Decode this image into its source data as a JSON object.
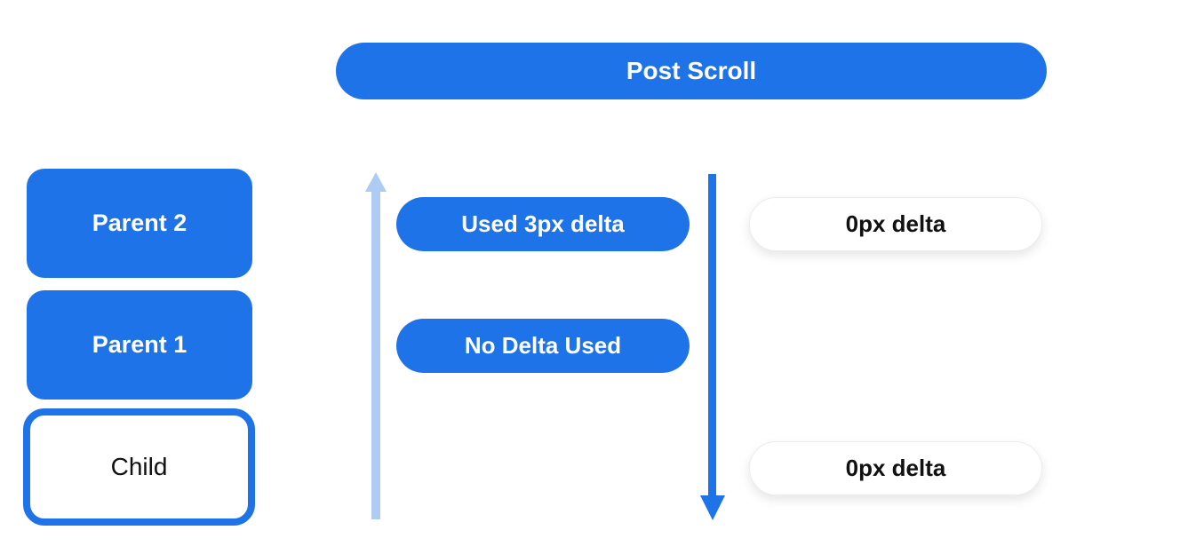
{
  "header": {
    "title": "Post Scroll"
  },
  "colors": {
    "primary_blue": "#1f73e8",
    "light_blue": "#aecbf3",
    "pill_border": "#ececec",
    "text_dark": "#111111",
    "background": "#ffffff"
  },
  "stack": {
    "items": [
      {
        "label": "Parent 2",
        "style": "filled"
      },
      {
        "label": "Parent 1",
        "style": "filled"
      },
      {
        "label": "Child",
        "style": "outlined"
      }
    ]
  },
  "arrows": {
    "up": {
      "icon": "arrow-up-icon",
      "color": "#aecbf3"
    },
    "down": {
      "icon": "arrow-down-icon",
      "color": "#1f73e8"
    }
  },
  "deltas": {
    "used": {
      "label": "Used 3px delta",
      "style": "filled"
    },
    "none": {
      "label": "No Delta Used",
      "style": "filled"
    },
    "zero_top": {
      "label": "0px delta",
      "style": "outlined"
    },
    "zero_bottom": {
      "label": "0px delta",
      "style": "outlined"
    }
  }
}
